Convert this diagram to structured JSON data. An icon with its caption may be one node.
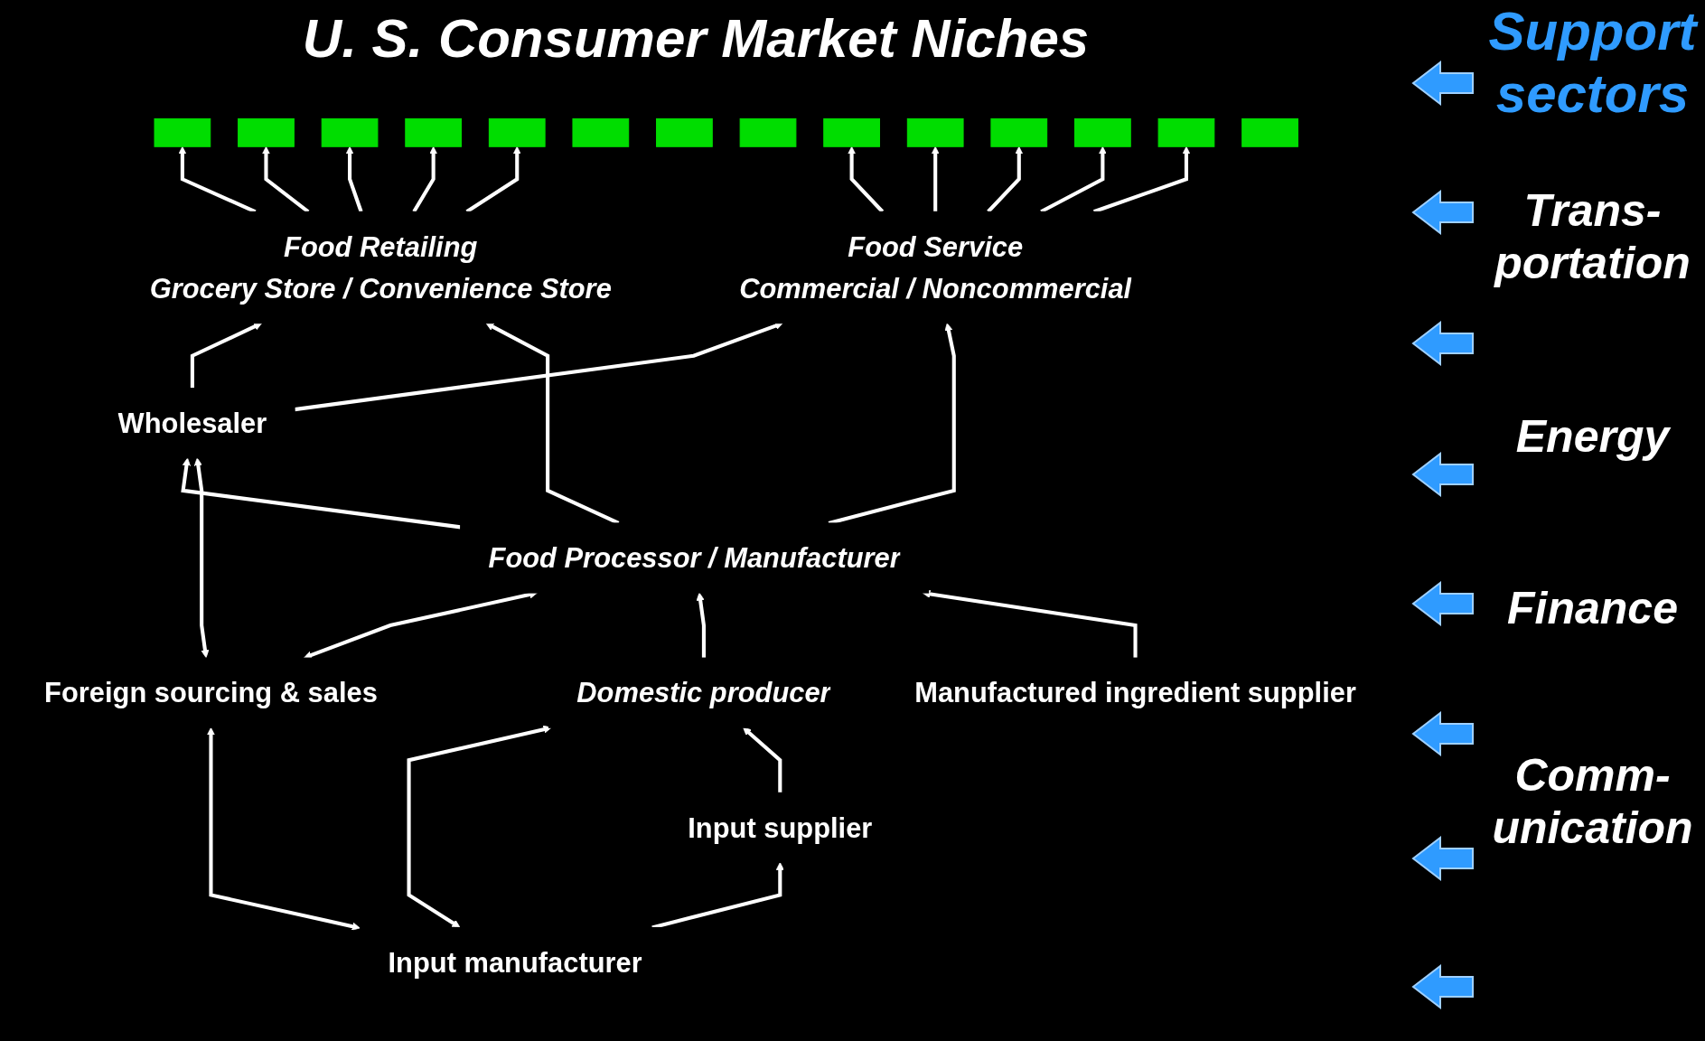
{
  "diagram": {
    "title": "U. S. Consumer Market Niches",
    "nodes": [
      {
        "text": [],
        "shape": "box"
      },
      {
        "text": [],
        "shape": "box"
      },
      {
        "text": [],
        "shape": "box"
      },
      {
        "text": [],
        "shape": "box"
      },
      {
        "text": [],
        "shape": "box"
      },
      {
        "text": [],
        "shape": "box"
      },
      {
        "text": [],
        "shape": "box"
      },
      {
        "text": [],
        "shape": "box"
      },
      {
        "text": [],
        "shape": "box"
      },
      {
        "text": [],
        "shape": "box"
      },
      {
        "text": [],
        "shape": "box"
      },
      {
        "text": [],
        "shape": "box"
      },
      {
        "text": [],
        "shape": "box"
      },
      {
        "text": [],
        "shape": "box"
      },
      {
        "text": [
          "Food Retailing",
          "Grocery Store / Convenience Store"
        ]
      },
      {
        "text": [
          "Food Service",
          "Commercial / Noncommercial"
        ]
      },
      {
        "text": [
          "Wholesaler"
        ]
      },
      {
        "text": [
          "Food Processor / Manufacturer"
        ]
      },
      {
        "text": [
          "Foreign sourcing & sales"
        ]
      },
      {
        "text": [
          "Domestic producer"
        ]
      },
      {
        "text": [
          "Manufactured ingredient supplier"
        ]
      },
      {
        "text": [
          "Input manufacturer"
        ]
      },
      {
        "text": [
          "Input supplier"
        ]
      }
    ],
    "edges": [
      {
        "from": 14,
        "to": 1,
        "arrow": "to"
      },
      {
        "from": 14,
        "to": 2,
        "arrow": "to"
      },
      {
        "from": 14,
        "to": 3,
        "arrow": "to"
      },
      {
        "from": 14,
        "to": 4,
        "arrow": "to"
      },
      {
        "from": 14,
        "to": 5,
        "arrow": "to"
      },
      {
        "from": 15,
        "to": 9,
        "arrow": "to"
      },
      {
        "from": 15,
        "to": 10,
        "arrow": "to"
      },
      {
        "from": 15,
        "to": 11,
        "arrow": "to"
      },
      {
        "from": 15,
        "to": 12,
        "arrow": "to"
      },
      {
        "from": 15,
        "to": 13,
        "arrow": "to"
      },
      {
        "from": 16,
        "to": 14,
        "arrow": "to"
      },
      {
        "from": 16,
        "to": 15,
        "arrow": "to"
      },
      {
        "from": 17,
        "to": 14,
        "arrow": "to"
      },
      {
        "from": 17,
        "to": 16,
        "arrow": "to"
      },
      {
        "from": 17,
        "to": 15,
        "arrow": "to"
      },
      {
        "from": 18,
        "to": 16,
        "arrow": "both"
      },
      {
        "from": 18,
        "to": 17,
        "arrow": "both"
      },
      {
        "from": 19,
        "to": 17,
        "arrow": "to"
      },
      {
        "from": 20,
        "to": 17,
        "arrow": "to"
      },
      {
        "from": 21,
        "to": 18,
        "arrow": "both"
      },
      {
        "from": 21,
        "to": 19,
        "arrow": "both"
      },
      {
        "from": 22,
        "to": 19,
        "arrow": "to"
      },
      {
        "from": 21,
        "to": 22,
        "arrow": "to"
      }
    ],
    "labels": [
      "Support sectors",
      "Trans- portation",
      "Energy",
      "Finance",
      "Comm- unication"
    ]
  }
}
